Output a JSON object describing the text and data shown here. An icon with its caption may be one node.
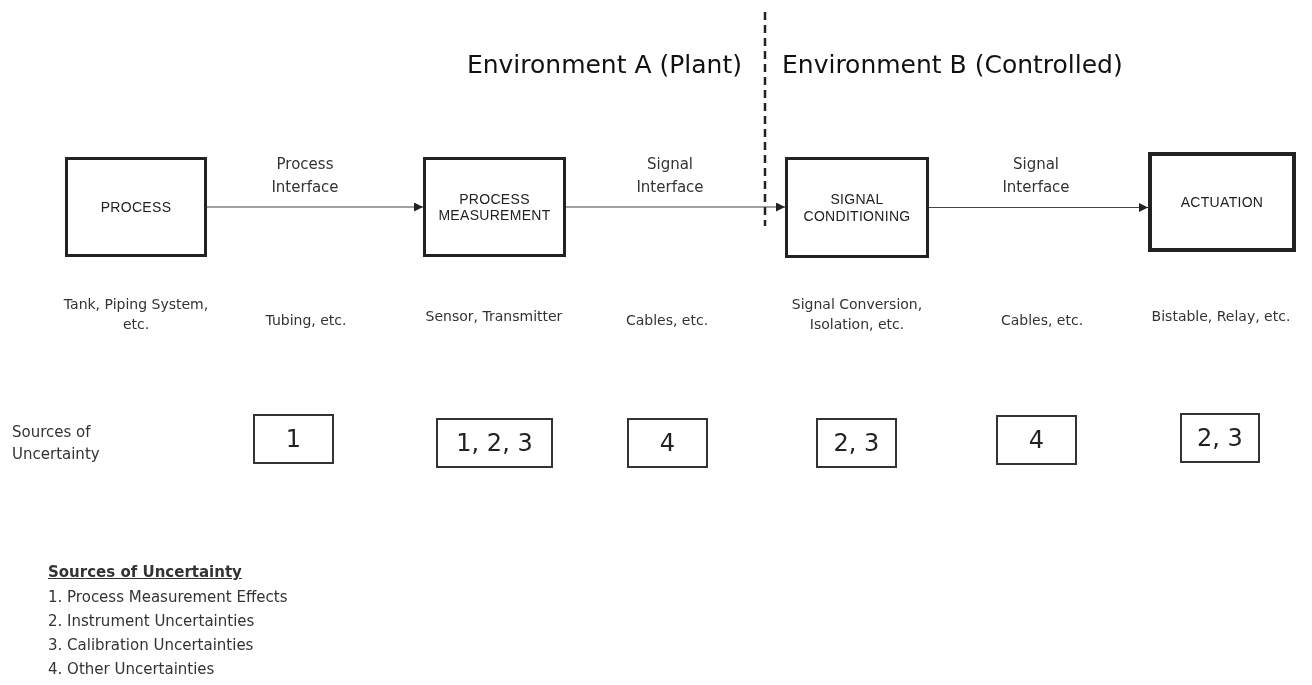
{
  "diagram": {
    "nodes": [
      {
        "text": [
          "PROCESS"
        ]
      },
      {
        "text": [
          "PROCESS MEASUREMENT"
        ]
      },
      {
        "text": [
          "SIGNAL CONDITIONING"
        ]
      },
      {
        "text": [
          "ACTUATION"
        ]
      },
      {
        "text": [
          "1"
        ]
      },
      {
        "text": [
          "1, 2, 3"
        ]
      },
      {
        "text": [
          "4"
        ]
      },
      {
        "text": [
          "2, 3"
        ]
      },
      {
        "text": [
          "4"
        ]
      },
      {
        "text": [
          "2, 3"
        ]
      }
    ],
    "edges": [
      {
        "from": 0,
        "to": 1,
        "arrow": "to",
        "label": "Process Interface"
      },
      {
        "from": 1,
        "to": 2,
        "arrow": "to",
        "label": "Signal Interface"
      },
      {
        "from": 2,
        "to": 3,
        "arrow": "to",
        "label": "Signal Interface"
      }
    ],
    "labels": [
      "Environment A (Plant)",
      "Environment B (Controlled)",
      "Tank, Piping System, etc.",
      "Tubing, etc.",
      "Sensor, Transmitter",
      "Cables, etc.",
      "Signal Conversion, Isolation, etc.",
      "Cables, etc.",
      "Bistable, Relay, etc.",
      "Sources of Uncertainty",
      "Sources of Uncertainty",
      "1. Process Measurement Effects",
      "2. Instrument Uncertainties",
      "3. Calibration Uncertainties",
      "4. Other Uncertainties"
    ]
  }
}
